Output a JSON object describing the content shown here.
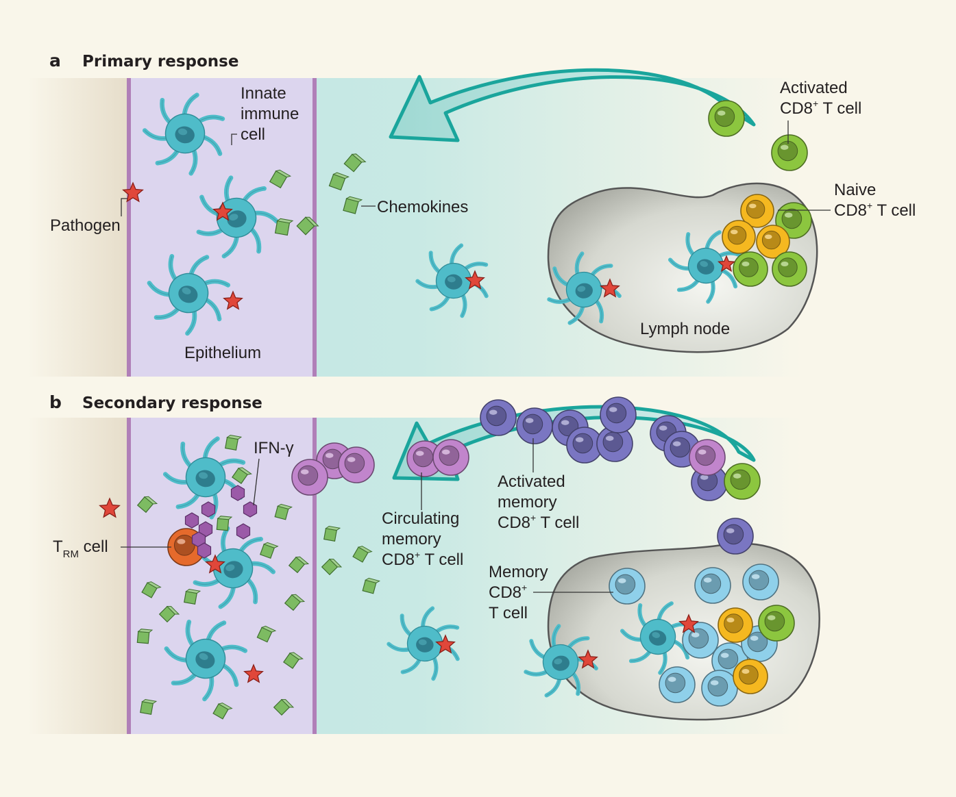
{
  "panels": {
    "a": {
      "letter": "a",
      "title": "Primary response",
      "labels": {
        "innate_1": "Innate",
        "innate_2": "immune",
        "innate_3": "cell",
        "pathogen": "Pathogen",
        "chemokines": "Chemokines",
        "activated_1": "Activated",
        "activated_2": "CD8",
        "activated_sup": "+",
        "activated_3": " T cell",
        "naive_1": "Naive",
        "naive_2": "CD8",
        "naive_sup": "+",
        "naive_3": " T cell",
        "lymph_node": "Lymph node",
        "epithelium": "Epithelium"
      }
    },
    "b": {
      "letter": "b",
      "title": "Secondary response",
      "labels": {
        "ifn": "IFN-γ",
        "trm_main": "T",
        "trm_sub": "RM",
        "trm_tail": " cell",
        "circ_1": "Circulating",
        "circ_2": "memory",
        "circ_3": "CD8",
        "circ_sup": "+",
        "circ_4": " T cell",
        "actmem_1": "Activated",
        "actmem_2": "memory",
        "actmem_3": "CD8",
        "actmem_sup": "+",
        "actmem_4": " T cell",
        "mem_1": "Memory",
        "mem_2": "CD8",
        "mem_sup": "+",
        "mem_3": "T cell"
      }
    }
  },
  "colors": {
    "background": "#f9f6ea",
    "epithelium": "#dcd5ee",
    "epithelium_border": "#b07fb8",
    "tissue": "#bfe5e2",
    "arrow": "#1aa59c",
    "innate_cell": "#4fbcc9",
    "pathogen": "#e0473a",
    "chemokine": "#7dbb62",
    "lymph_node": "#c9cbc3",
    "activated_t_cell": "#8cc63f",
    "naive_t_cell": "#f5b820",
    "activated_memory": "#7a76c2",
    "circulating_memory": "#c185cc",
    "memory_t_cell": "#8fd0ea",
    "trm_cell": "#e56a2c",
    "ifn_gamma": "#9b5aa8"
  }
}
